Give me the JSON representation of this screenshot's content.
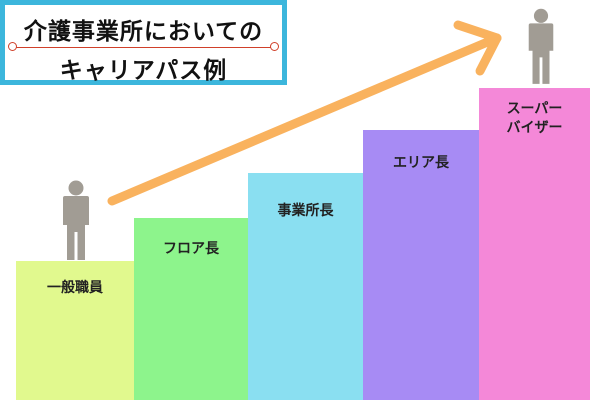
{
  "title": {
    "line1": "介護事業所においての",
    "line2": "キャリアパス例"
  },
  "steps": [
    {
      "label": "一般職員",
      "color": "#e1f98e"
    },
    {
      "label": "フロア長",
      "color": "#8df48c"
    },
    {
      "label": "事業所長",
      "color": "#8adff1"
    },
    {
      "label": "エリア長",
      "color": "#a78bf4"
    },
    {
      "label": "スーパー\nバイザー",
      "color": "#f488d8"
    }
  ],
  "colors": {
    "title_border": "#3cb6dc",
    "title_rule": "#d0402a",
    "arrow": "#f9b25e",
    "person": "#a19c94"
  },
  "icons": {
    "person": "person-icon",
    "arrow": "up-right-arrow"
  }
}
